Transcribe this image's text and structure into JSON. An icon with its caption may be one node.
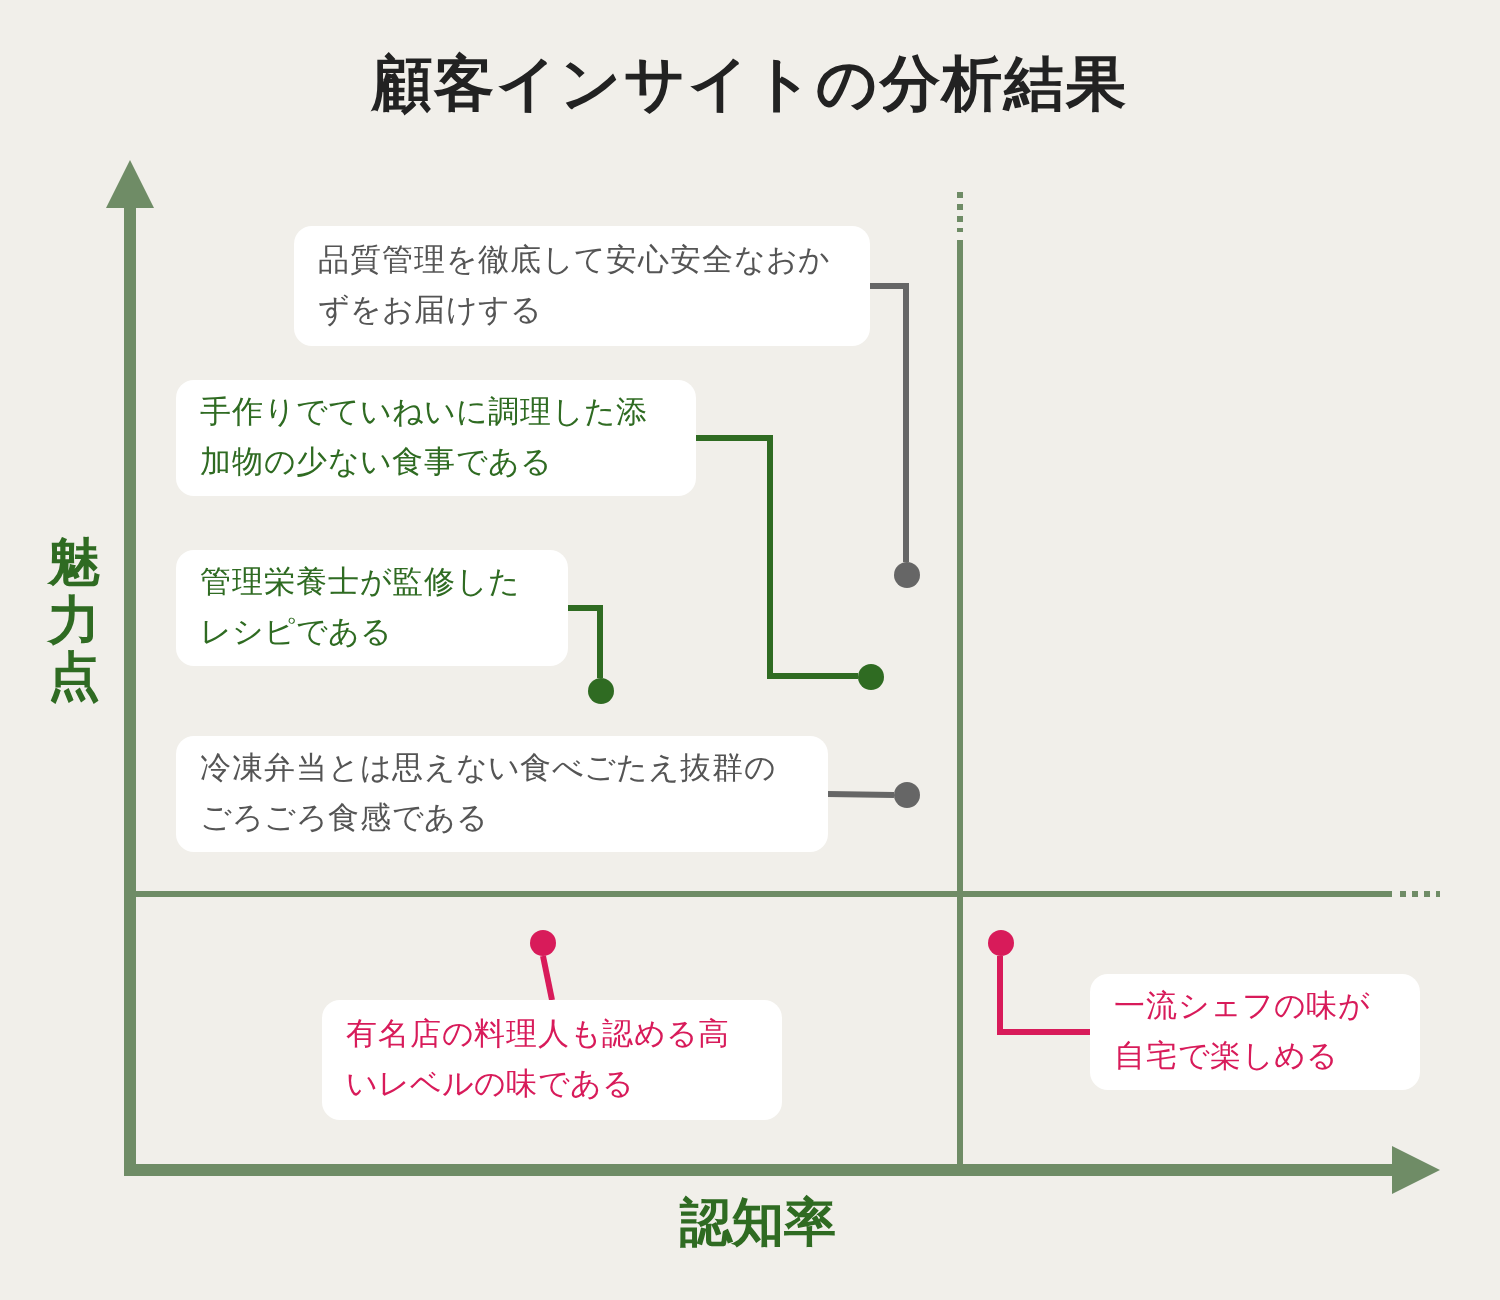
{
  "diagram": {
    "title": "顧客インサイトの分析結果",
    "nodes": [
      {
        "text": [
          "品質管理を徹底して安心安全なおかずをお届けする"
        ]
      },
      {
        "text": [],
        "shape": "circle"
      },
      {
        "text": [
          "手作りでていねいに調理した添加物の少ない食事である"
        ]
      },
      {
        "text": [],
        "shape": "circle"
      },
      {
        "text": [
          "管理栄養士が監修したレシピである"
        ]
      },
      {
        "text": [],
        "shape": "circle"
      },
      {
        "text": [
          "冷凍弁当とは思えない食べごたえ抜群のごろごろ食感である"
        ]
      },
      {
        "text": [],
        "shape": "circle"
      },
      {
        "text": [
          "有名店の料理人も認める高いレベルの味である"
        ]
      },
      {
        "text": [],
        "shape": "circle"
      },
      {
        "text": [
          "一流シェフの味が自宅で楽しめる"
        ]
      },
      {
        "text": [],
        "shape": "circle"
      }
    ],
    "edges": [
      {
        "from": 0,
        "to": 1,
        "arrow": "none",
        "color": "#666666"
      },
      {
        "from": 2,
        "to": 3,
        "arrow": "none",
        "color": "#2f6b22"
      },
      {
        "from": 4,
        "to": 5,
        "arrow": "none",
        "color": "#2f6b22"
      },
      {
        "from": 6,
        "to": 7,
        "arrow": "none",
        "color": "#666666"
      },
      {
        "from": 8,
        "to": 9,
        "arrow": "none",
        "color": "#d81b5a"
      },
      {
        "from": 10,
        "to": 11,
        "arrow": "none",
        "color": "#d81b5a"
      }
    ],
    "labels": [
      "魅力点",
      "認知率"
    ]
  }
}
